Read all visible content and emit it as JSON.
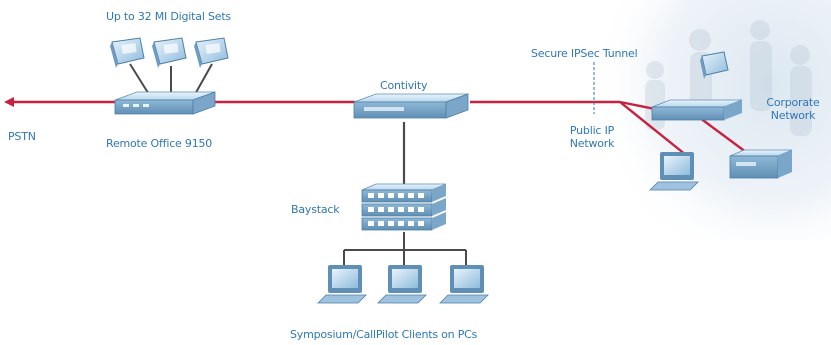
{
  "labels": {
    "digital_sets": "Up to 32 MI Digital Sets",
    "pstn": "PSTN",
    "remote_office": "Remote Office 9150",
    "contivity": "Contivity",
    "secure_tunnel": "Secure IPSec Tunnel",
    "public_ip_line1": "Public IP",
    "public_ip_line2": "Network",
    "corporate_line1": "Corporate",
    "corporate_line2": "Network",
    "baystack": "Baystack",
    "clients": "Symposium/CallPilot Clients on PCs"
  },
  "colors": {
    "link_red": "#c8213f",
    "link_gray": "#4a4a4a",
    "label_blue": "#2f78b5",
    "device_blue": "#a9cde6",
    "device_dark": "#4d7fa6"
  },
  "icons": {
    "phone": "digital-phone-icon",
    "router": "router-icon",
    "switch": "switch-stack-icon",
    "pc": "pc-icon",
    "server": "server-icon"
  }
}
